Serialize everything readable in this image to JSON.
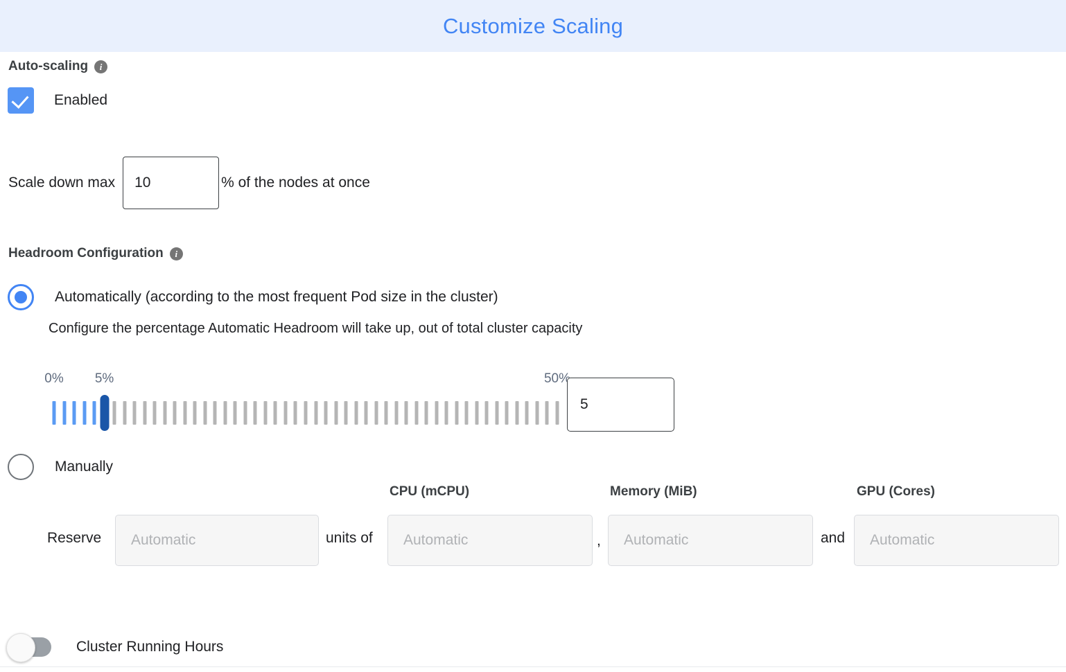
{
  "header": {
    "title": "Customize Scaling",
    "bg_color": "#e9f0fd",
    "title_color": "#4285f4"
  },
  "auto_scaling": {
    "section_label": "Auto-scaling",
    "info_icon": "info-icon",
    "checkbox_label": "Enabled",
    "checkbox_checked": true,
    "checkbox_color": "#5595f5"
  },
  "scale_down": {
    "label": "Scale down max",
    "value": "10",
    "placeholder": "",
    "suffix": "% of the nodes at once"
  },
  "headroom": {
    "section_label": "Headroom Configuration",
    "info_icon": "info-icon",
    "option_auto": {
      "label": "Automatically (according to the most frequent Pod size in the cluster)",
      "selected": true,
      "description": "Configure the percentage Automatic Headroom will take up, out of total cluster capacity"
    },
    "option_manual": {
      "label": "Manually",
      "selected": false
    },
    "slider": {
      "min": 0,
      "max": 50,
      "value": 5,
      "step": 1,
      "tick_labels": [
        {
          "text": "0%",
          "value": 0
        },
        {
          "text": "5%",
          "value": 5
        },
        {
          "text": "50%",
          "value": 50
        }
      ],
      "filled_color": "#5b9bf3",
      "empty_color": "#b5b5b5",
      "thumb_color": "#1a56a8",
      "label_color": "#5f6b7e",
      "value_input": "5"
    },
    "reserve": {
      "prefix_label": "Reserve",
      "units_label": "units of",
      "comma_label": ",",
      "and_label": "and",
      "columns": [
        {
          "header": "",
          "placeholder": "Automatic",
          "name": "units"
        },
        {
          "header": "CPU (mCPU)",
          "placeholder": "Automatic",
          "name": "cpu"
        },
        {
          "header": "Memory (MiB)",
          "placeholder": "Automatic",
          "name": "memory"
        },
        {
          "header": "GPU (Cores)",
          "placeholder": "Automatic",
          "name": "gpu"
        }
      ]
    }
  },
  "cluster_running_hours": {
    "label": "Cluster Running Hours",
    "enabled": false
  }
}
